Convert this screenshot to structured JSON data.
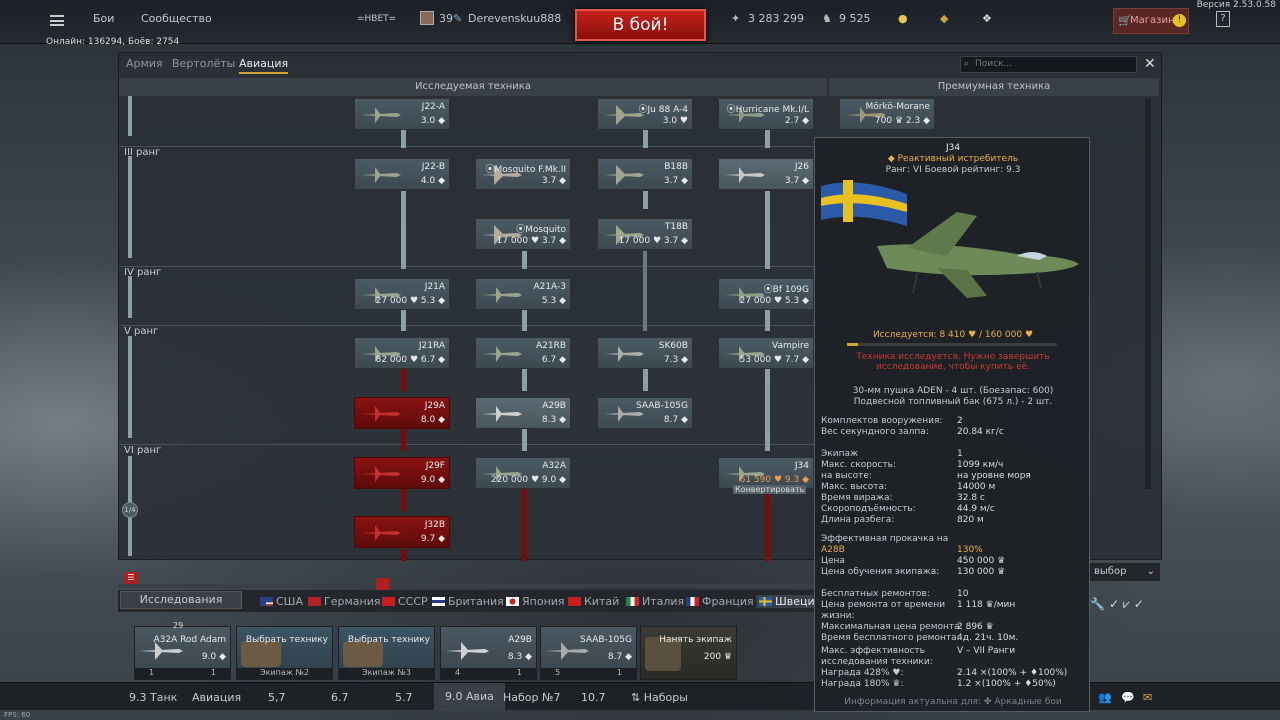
{
  "topbar": {
    "battles": "Бои",
    "community": "Сообщество",
    "squad_tag": "=HBET=",
    "player_level": "39",
    "player_name": "Derevenskuu888",
    "battle_button": "В бой!",
    "silver_lions": "3 283 299",
    "research_points": "9 525",
    "shop": "Магазин",
    "version": "Версия 2.53.0.58",
    "online": "Онлайн: 136294, Боёв: 2754"
  },
  "window": {
    "tabs": [
      "Армия",
      "Вертолёты",
      "Авиация"
    ],
    "search_placeholder": "Поиск...",
    "header_researched": "Исследуемая техника",
    "header_premium": "Премиумная техника",
    "ranks": [
      "III ранг",
      "IV ранг",
      "V ранг",
      "VI ранг"
    ],
    "progress_label": "1/4"
  },
  "nodes": {
    "j22a": {
      "name": "J22-A",
      "rating": "3.0 ◆"
    },
    "ju88": {
      "name": "⦿Ju 88 A-4",
      "rating": "3.0 ♥"
    },
    "hurricane": {
      "name": "⦿Hurricane Mk.I/L",
      "rating": "2.7 ◆"
    },
    "morko": {
      "name": "Mörkö-Morane",
      "rating": "700 ♛ 2.3 ◆"
    },
    "j22b": {
      "name": "J22-B",
      "rating": "4.0 ◆"
    },
    "mosquito_f": {
      "name": "⦿Mosquito F.Mk.II",
      "rating": "3.7 ◆"
    },
    "b18b": {
      "name": "B18B",
      "rating": "3.7 ◆"
    },
    "j26": {
      "name": "J26",
      "rating": "3.7 ◆"
    },
    "mosquito": {
      "name": "⦿Mosquito",
      "rating": "17 000 ♥ 3.7 ◆"
    },
    "t18b": {
      "name": "T18B",
      "rating": "17 000 ♥ 3.7 ◆"
    },
    "j21a": {
      "name": "J21A",
      "rating": "27 000 ♥ 5.3 ◆"
    },
    "a21a3": {
      "name": "A21A-3",
      "rating": "5.3 ◆"
    },
    "bf109g": {
      "name": "⦿Bf 109G",
      "rating": "27 000 ♥ 5.3 ◆"
    },
    "j21ra": {
      "name": "J21RA",
      "rating": "82 000 ♥ 6.7 ◆"
    },
    "a21rb": {
      "name": "A21RB",
      "rating": "6.7 ◆"
    },
    "sk60b": {
      "name": "SK60B",
      "rating": "7.3 ◆"
    },
    "vampire": {
      "name": "Vampire",
      "rating": "53 000 ♥ 7.7 ◆"
    },
    "j29a": {
      "name": "J29A",
      "rating": "8.0 ◆"
    },
    "a29b": {
      "name": "A29B",
      "rating": "8.3 ◆"
    },
    "saab105g": {
      "name": "SAAB-105G",
      "rating": "8.7 ◆"
    },
    "j29f": {
      "name": "J29F",
      "rating": "9.0 ◆"
    },
    "a32a": {
      "name": "A32A",
      "rating": "220 000 ♥ 9.0 ◆"
    },
    "j34": {
      "name": "J34",
      "rating": "61 590 ♥ 9.3 ◆"
    },
    "j32b": {
      "name": "J32B",
      "rating": "9.7 ◆"
    },
    "j34_hover": "Конвертировать"
  },
  "tooltip": {
    "title": "J34",
    "type": "◆ Реактивный истребитель",
    "rank": "Ранг: VI   Боевой рейтинг: 9.3",
    "researched": "Исследуется: 8 410 ♥ / 160 000 ♥",
    "research_fraction": 0.053,
    "warning": "Техника исследуется. Нужно завершить исследование, чтобы купить её.",
    "weapons1": "30-мм пушка ADEN - 4 шт. (Боезапас: 600)",
    "weapons2": "Подвесной топливный бак (675 л.) - 2 шт.",
    "specs": [
      [
        "Комплектов вооружения:",
        "2"
      ],
      [
        "Вес секундного залпа:",
        "20.84 кг/с"
      ],
      [
        "",
        ""
      ],
      [
        "Экипаж",
        "1"
      ],
      [
        "Макс. скорость:",
        "1099 км/ч"
      ],
      [
        "на высоте:",
        "на уровне моря"
      ],
      [
        "Макс. высота:",
        "14000 м"
      ],
      [
        "Время виража:",
        "32.8 с"
      ],
      [
        "Скороподъёмность:",
        "44.9 м/с"
      ],
      [
        "Длина разбега:",
        "820 м"
      ]
    ],
    "eff_label": "Эффективная прокачка на",
    "eff_vehicle": "A28B",
    "eff_value": "130%",
    "costs": [
      [
        "Цена",
        "450 000 ♛"
      ],
      [
        "Цена обучения экипажа:",
        "130 000 ♛"
      ],
      [
        "",
        ""
      ],
      [
        "Бесплатных ремонтов:",
        "10"
      ],
      [
        "Цена ремонта от времени",
        "1 118 ♛/мин"
      ],
      [
        "жизни:",
        ""
      ],
      [
        "Максимальная цена ремонта:",
        "2 896 ♛"
      ],
      [
        "Время бесплатного ремонта:",
        "4д. 21ч. 10м."
      ]
    ],
    "eff2": [
      [
        "Макс. эффективность",
        "V – VII Ранги"
      ],
      [
        "исследования техники:",
        ""
      ],
      [
        "Награда 428% ♥:",
        "2.14 ×(100% + ♦100%)"
      ],
      [
        "Награда 180% ♛:",
        "1.2 ×(100% + ♦50%)"
      ]
    ],
    "footer": "Информация актуальна для: ✤ Аркадные бои"
  },
  "filter": {
    "research": "Исследования",
    "countries": [
      "США",
      "Германия",
      "СССР",
      "Британия",
      "Япония",
      "Китай",
      "Италия",
      "Франция",
      "Швеция"
    ],
    "choose": "выбор"
  },
  "crew_slots": [
    {
      "name": "A32A Rod Adam",
      "rating": "9.0 ◆",
      "top": "29",
      "left": "1",
      "right": "1"
    },
    {
      "name": "Выбрать технику",
      "label": "Экипаж №2"
    },
    {
      "name": "Выбрать технику",
      "label": "Экипаж №3"
    },
    {
      "name": "A29B",
      "rating": "8.3 ◆",
      "left": "4",
      "right": "1"
    },
    {
      "name": "SAAB-105G",
      "rating": "8.7 ◆",
      "left": "5",
      "right": "1"
    },
    {
      "name": "Нанять экипаж",
      "rating": "200 ♛"
    }
  ],
  "bottom": {
    "tank_br": "9.3 Танк",
    "aviation": "Авиация",
    "br1": "5,7",
    "br2": "6.7",
    "br3": "5.7",
    "br_sel": "9.0 Авиа",
    "preset": "Набор №7",
    "br4": "10.7",
    "presets": "Наборы",
    "fps": "FPS: 60"
  }
}
